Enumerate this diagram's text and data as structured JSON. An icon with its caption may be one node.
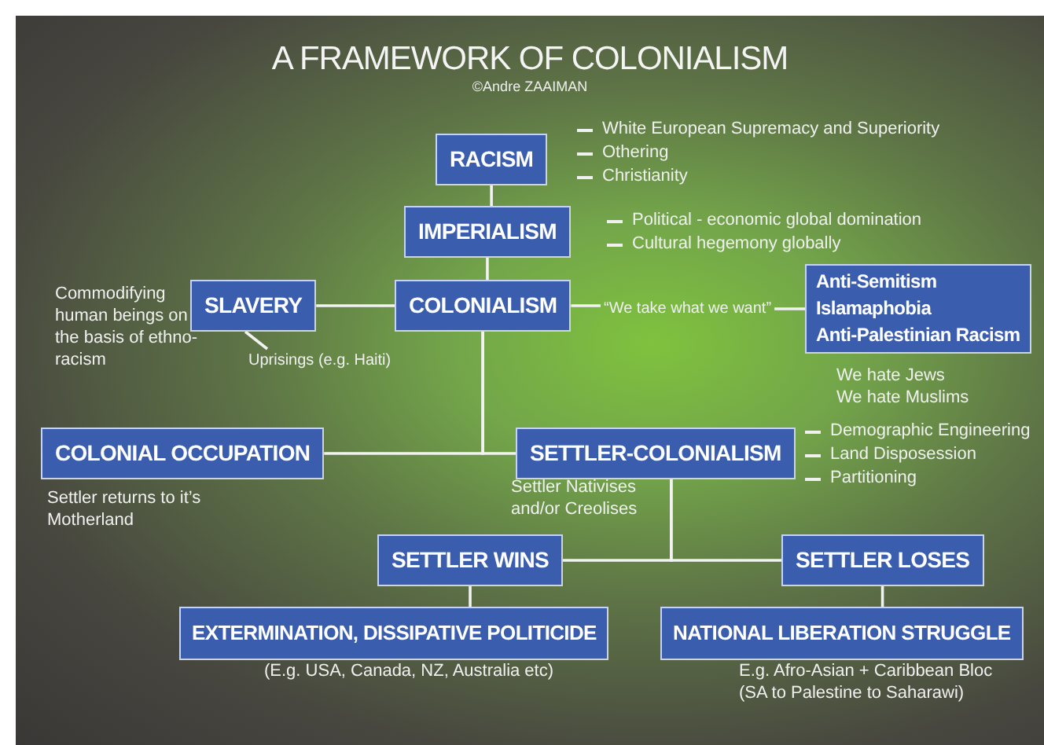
{
  "diagram": {
    "title": "A FRAMEWORK OF COLONIALISM",
    "nodes": [
      {
        "text": [
          "RACISM"
        ],
        "beside": [
          "White European Supremacy and Superiority",
          "Othering",
          "Christianity"
        ]
      },
      {
        "text": [
          "IMPERIALISM"
        ],
        "beside": [
          "Political - economic global domination",
          "Cultural hegemony globally"
        ]
      },
      {
        "text": [
          "SLAVERY"
        ],
        "beside": [
          "Commodifying human beings on the basis of ethno-racism"
        ]
      },
      {
        "text": [
          "COLONIALISM"
        ]
      },
      {
        "text": [
          "Anti-Semitism",
          "Islamaphobia",
          "Anti-Palestinian Racism"
        ],
        "beside": [
          "We hate Jews",
          "We hate Muslims"
        ]
      },
      {
        "text": [
          "COLONIAL OCCUPATION"
        ],
        "beside": [
          "Settler returns to it’s Motherland"
        ]
      },
      {
        "text": [
          "SETTLER-COLONIALISM"
        ],
        "beside": [
          "Demographic Engineering",
          "Land Disposession",
          "Partitioning",
          "Settler Nativises and/or Creolises"
        ]
      },
      {
        "text": [
          "SETTLER WINS"
        ]
      },
      {
        "text": [
          "SETTLER LOSES"
        ]
      },
      {
        "text": [
          "EXTERMINATION, DISSIPATIVE POLITICIDE"
        ],
        "beside": [
          "(E.g. USA, Canada, NZ, Australia etc)"
        ]
      },
      {
        "text": [
          "NATIONAL LIBERATION STRUGGLE"
        ],
        "beside": [
          "E.g. Afro-Asian + Caribbean Bloc",
          "(SA to Palestine to  Saharawi)"
        ]
      },
      {
        "text": [
          "“We take what we want”"
        ]
      },
      {
        "text": [
          "Uprisings (e.g. Haiti)"
        ]
      }
    ],
    "edges": [
      {
        "from": 0,
        "to": 1,
        "arrow": "none"
      },
      {
        "from": 1,
        "to": 3,
        "arrow": "none"
      },
      {
        "from": 2,
        "to": 3,
        "arrow": "none"
      },
      {
        "from": 3,
        "to": 11,
        "arrow": "none"
      },
      {
        "from": 11,
        "to": 4,
        "arrow": "none"
      },
      {
        "from": 2,
        "to": 12,
        "arrow": "none"
      },
      {
        "from": 3,
        "to": 5,
        "arrow": "none"
      },
      {
        "from": 3,
        "to": 6,
        "arrow": "none"
      },
      {
        "from": 6,
        "to": 7,
        "arrow": "none"
      },
      {
        "from": 6,
        "to": 8,
        "arrow": "none"
      },
      {
        "from": 7,
        "to": 9,
        "arrow": "none"
      },
      {
        "from": 8,
        "to": 10,
        "arrow": "none"
      }
    ],
    "labels": [
      "©Andre ZAAIMAN"
    ]
  }
}
